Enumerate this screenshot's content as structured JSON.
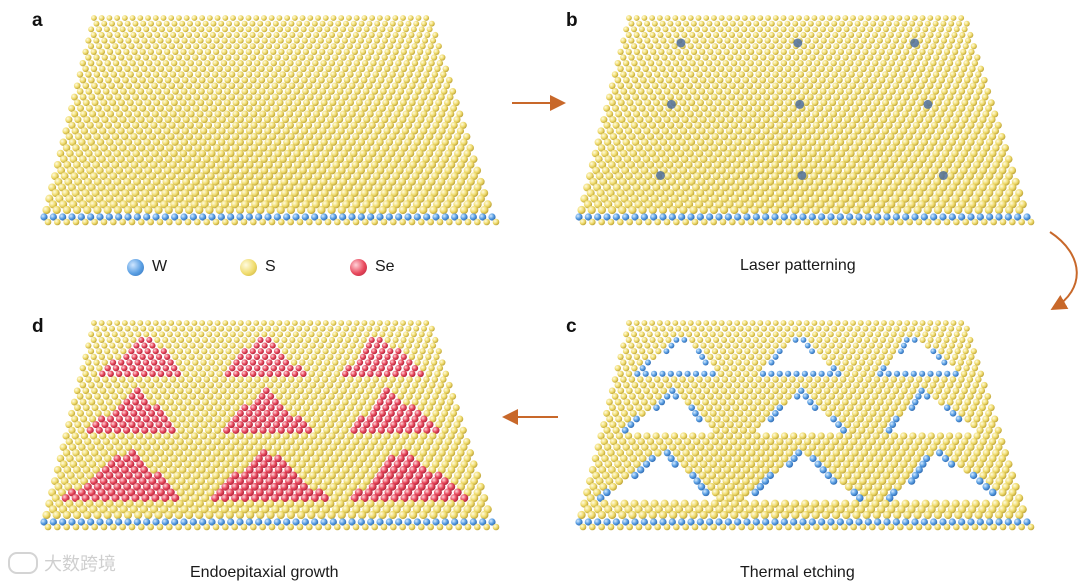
{
  "panels": {
    "a": {
      "letter": "a",
      "caption": ""
    },
    "b": {
      "letter": "b",
      "caption": "Laser patterning"
    },
    "c": {
      "letter": "c",
      "caption": "Thermal etching"
    },
    "d": {
      "letter": "d",
      "caption": "Endoepitaxial growth"
    }
  },
  "legend": [
    {
      "label": "W",
      "color": "#5a9fe3"
    },
    {
      "label": "S",
      "color": "#f0dc6e"
    },
    {
      "label": "Se",
      "color": "#e8485c"
    }
  ],
  "arrow_color": "#c8682a",
  "watermark": "大数跨境"
}
